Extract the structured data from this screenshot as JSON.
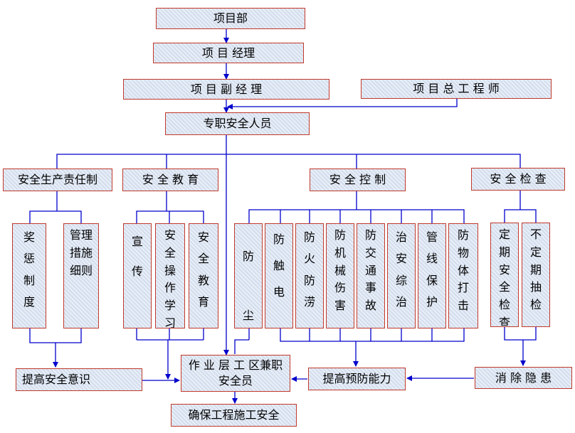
{
  "nodes": {
    "project_dept": "项目部",
    "project_manager": "项 目 经理",
    "deputy_manager": "项 目 副 经 理",
    "chief_engineer": "项 目 总 工 程 师",
    "safety_officer": "专职安全人员",
    "responsibility_system": "安全生产责任制",
    "safety_education": "安 全 教 育",
    "safety_control": "安 全 控 制",
    "safety_inspection": "安 全 检 查",
    "reward_punish": "奖惩制度",
    "management_rules": "管理措施细则",
    "publicity": "宣传",
    "operation_study": "安全操作学习",
    "safety_edu_item": "安全教育",
    "dust_prevention": "防尘",
    "electric_prevention": "防触电",
    "fire_flood_prevention": "防火防涝",
    "machinery_prevention": "防机械伤害",
    "traffic_prevention": "防交通事故",
    "public_security": "治安综治",
    "pipeline_protection": "管线保护",
    "falling_object_prevention": "防物体打击",
    "regular_inspection": "定期安全检查",
    "irregular_inspection": "不定期抽检",
    "raise_awareness": "提高安全意识",
    "worker_safety_officer": "作 业 层 工 区兼职安全员",
    "raise_prevention": "提高预防能力",
    "eliminate_hazards": "消 除 隐 患",
    "ensure_safety": "确保工程施工安全"
  },
  "colors": {
    "box_fill": "#dde6f3",
    "box_border": "#c0392b",
    "connector": "#0000cc"
  }
}
